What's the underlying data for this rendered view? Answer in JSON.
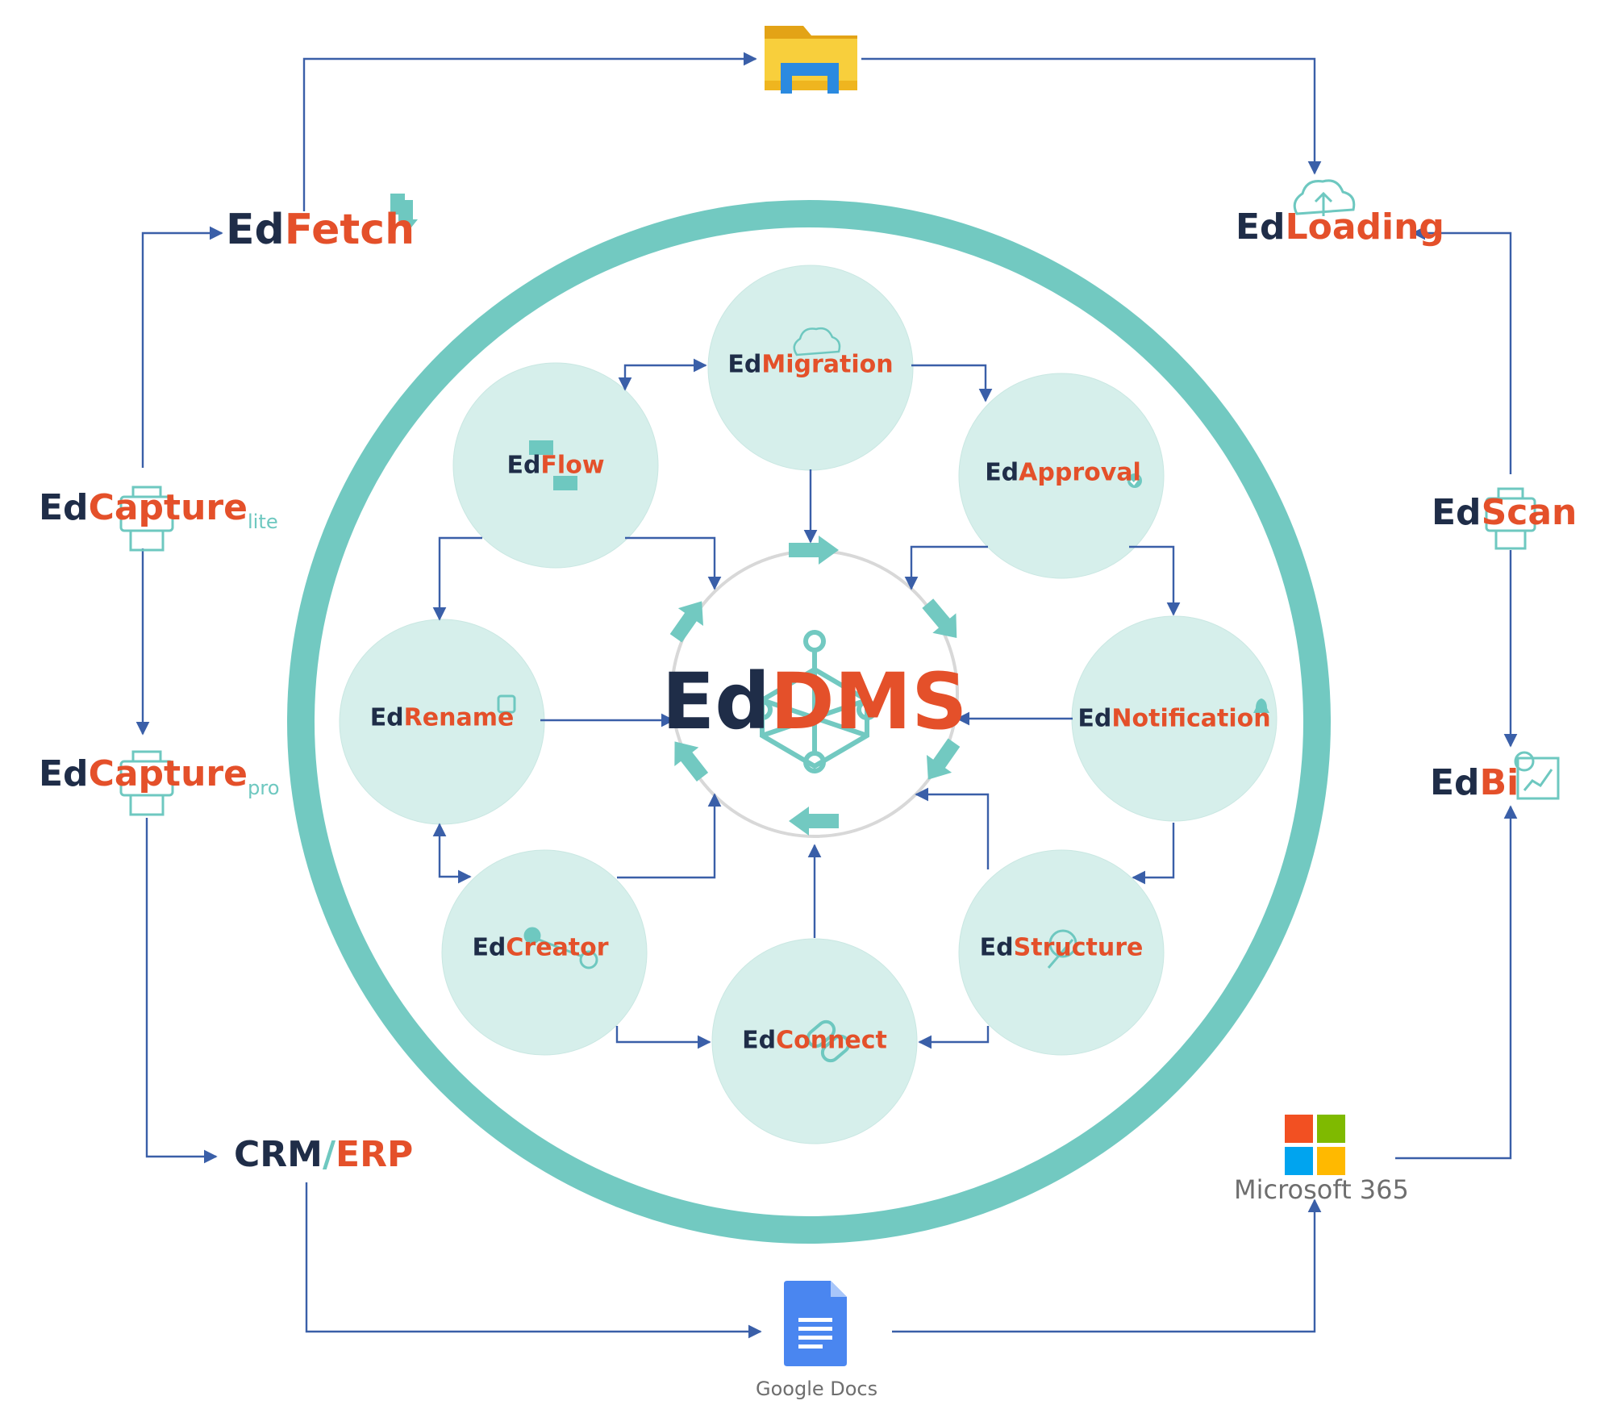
{
  "center": {
    "prefix": "Ed",
    "name": "DMS"
  },
  "modules": {
    "migration": {
      "prefix": "Ed",
      "name": "Migration"
    },
    "approval": {
      "prefix": "Ed",
      "name": "Approval"
    },
    "notification": {
      "prefix": "Ed",
      "name": "Notification"
    },
    "structure": {
      "prefix": "Ed",
      "name": "Structure"
    },
    "connect": {
      "prefix": "Ed",
      "name": "Connect"
    },
    "creator": {
      "prefix": "Ed",
      "name": "Creator"
    },
    "rename": {
      "prefix": "Ed",
      "name": "Rename"
    },
    "flow": {
      "prefix": "Ed",
      "name": "Flow"
    }
  },
  "outer": {
    "fetch": {
      "prefix": "Ed",
      "name": "Fetch"
    },
    "loading": {
      "prefix": "Ed",
      "name": "Loading"
    },
    "capture_lite": {
      "prefix": "Ed",
      "name": "Capture",
      "suffix": "lite"
    },
    "capture_pro": {
      "prefix": "Ed",
      "name": "Capture",
      "suffix": "pro"
    },
    "scan": {
      "prefix": "Ed",
      "name": "Scan"
    },
    "bi": {
      "prefix": "Ed",
      "name": "Bi"
    },
    "crm": {
      "left": "CRM",
      "sep": "/",
      "right": "ERP"
    },
    "microsoft": {
      "label": "Microsoft 365"
    },
    "google_docs": {
      "label": "Google Docs"
    }
  },
  "icons": {
    "file_explorer": "file-explorer-folder-icon",
    "google_docs": "google-docs-icon",
    "microsoft": "microsoft-logo-icon"
  },
  "colors": {
    "ring": "#72c9c1",
    "bubble": "#d6efeb",
    "arrow": "#3a5fa8",
    "ed": "#1f2d48",
    "accent": "#e4502a",
    "teal": "#6ec8c0"
  }
}
